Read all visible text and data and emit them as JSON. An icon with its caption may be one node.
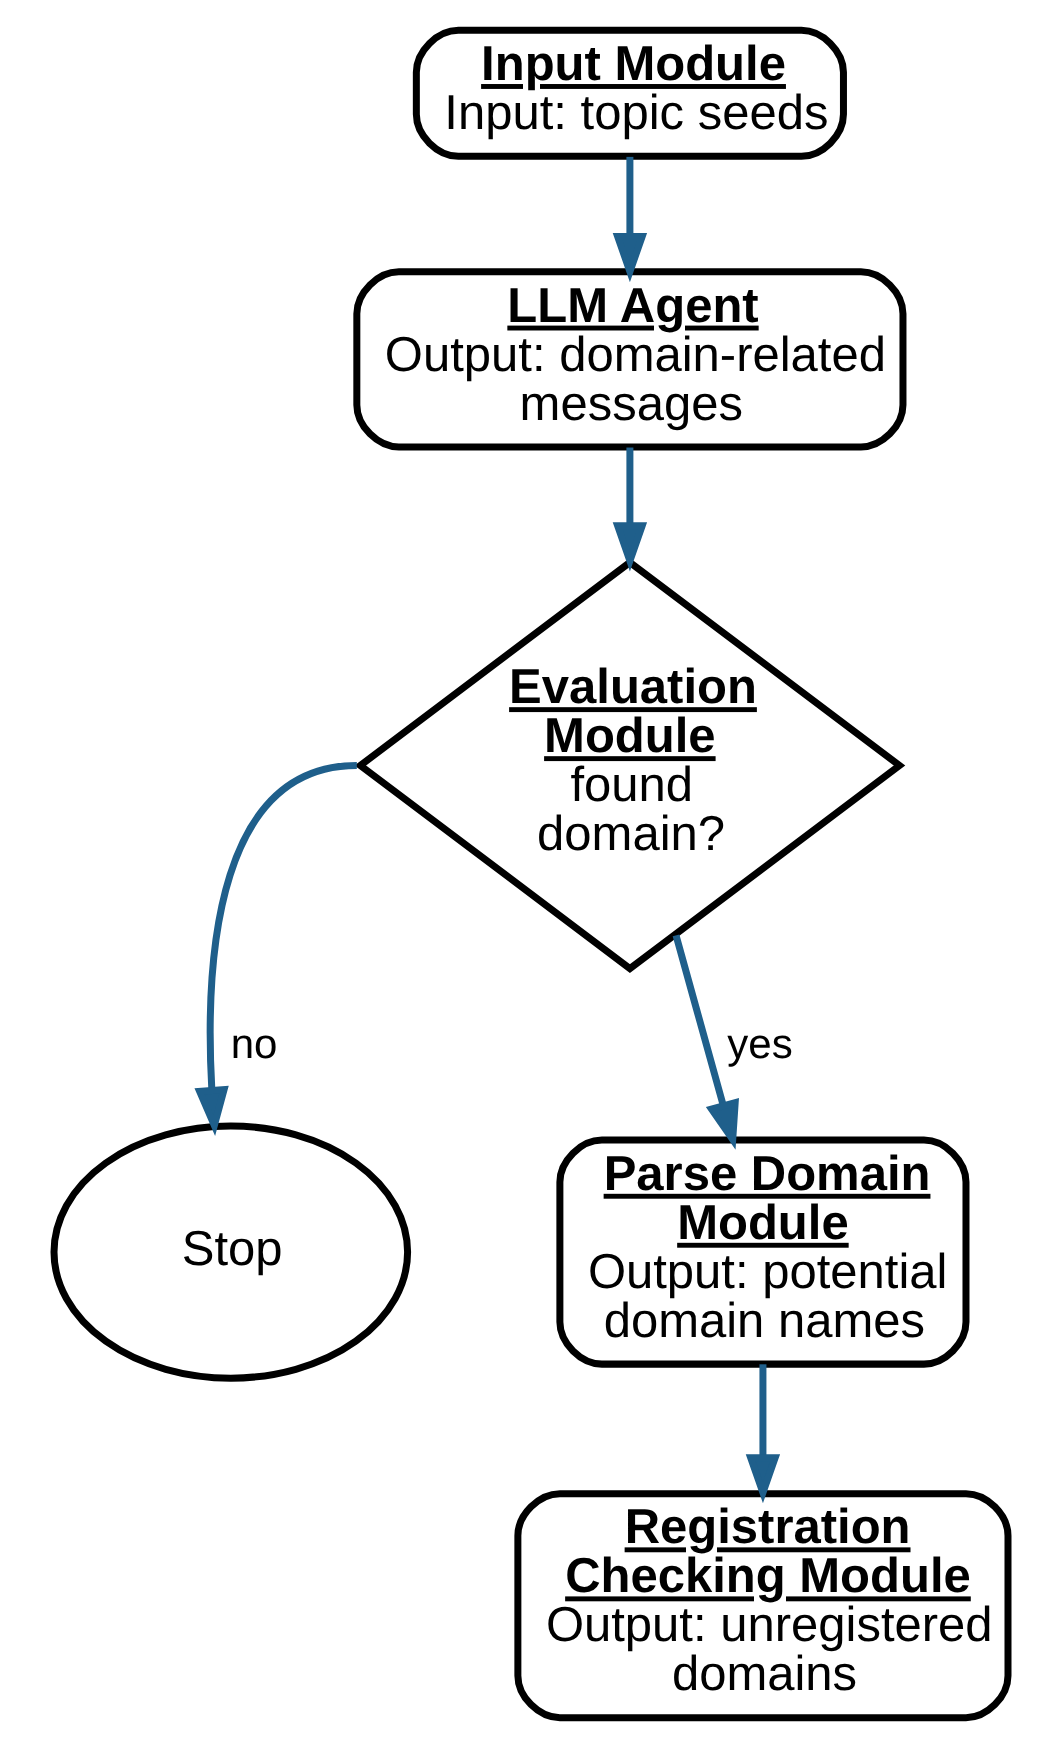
{
  "diagram": {
    "nodes": [
      {
        "text": [
          "Input Module",
          "Input: topic seeds"
        ]
      },
      {
        "text": [
          "LLM Agent",
          "Output: domain-related messages"
        ]
      },
      {
        "text": [
          "Evaluation Module",
          "found domain?"
        ]
      },
      {
        "text": [
          "Stop"
        ]
      },
      {
        "text": [
          "Parse Domain Module",
          "Output: potential domain names"
        ]
      },
      {
        "text": [
          "Registration Checking Module",
          "Output: unregistered domains"
        ]
      }
    ],
    "edges": [
      {
        "from": 0,
        "to": 1,
        "arrow": "to"
      },
      {
        "from": 1,
        "to": 2,
        "arrow": "to"
      },
      {
        "from": 2,
        "to": 3,
        "arrow": "to",
        "label": "no"
      },
      {
        "from": 2,
        "to": 4,
        "arrow": "to",
        "label": "yes"
      },
      {
        "from": 4,
        "to": 5,
        "arrow": "to"
      }
    ]
  }
}
